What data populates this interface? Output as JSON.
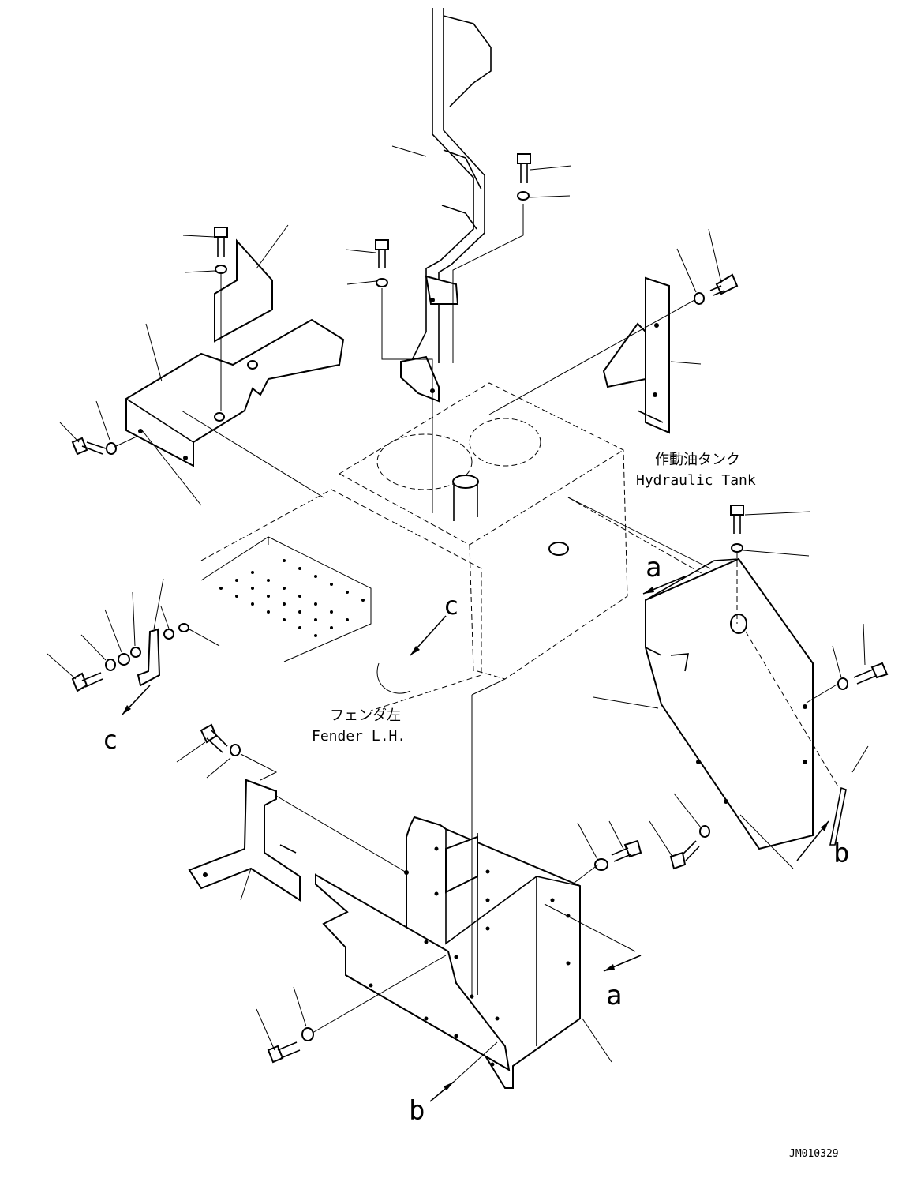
{
  "labels": {
    "hydraulic_tank_jp": "作動油タンク",
    "hydraulic_tank_en": "Hydraulic Tank",
    "fender_jp": "フェンダ左",
    "fender_en": "Fender L.H.",
    "ref_a": "a",
    "ref_b": "b",
    "ref_c": "c",
    "drawing_number": "JM010329"
  }
}
